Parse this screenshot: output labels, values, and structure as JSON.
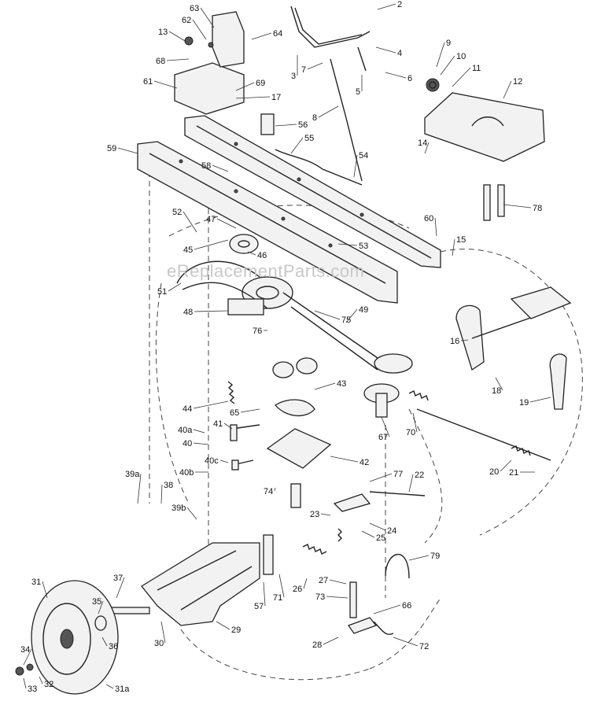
{
  "watermark": "eReplacementParts.com",
  "callouts": [
    "2",
    "3",
    "4",
    "5",
    "6",
    "7",
    "8",
    "9",
    "10",
    "11",
    "12",
    "13",
    "14",
    "15",
    "16",
    "17",
    "18",
    "19",
    "20",
    "21",
    "22",
    "23",
    "24",
    "25",
    "26",
    "27",
    "28",
    "29",
    "30",
    "31",
    "31a",
    "32",
    "33",
    "34",
    "35",
    "36",
    "37",
    "38",
    "39a",
    "39b",
    "40",
    "40a",
    "40b",
    "40c",
    "41",
    "42",
    "43",
    "44",
    "45",
    "46",
    "47",
    "48",
    "49",
    "51",
    "52",
    "53",
    "54",
    "55",
    "56",
    "57",
    "58",
    "59",
    "60",
    "61",
    "62",
    "63",
    "64",
    "65",
    "66",
    "67",
    "68",
    "69",
    "70",
    "71",
    "72",
    "73",
    "74",
    "75",
    "76",
    "77",
    "78",
    "79"
  ]
}
